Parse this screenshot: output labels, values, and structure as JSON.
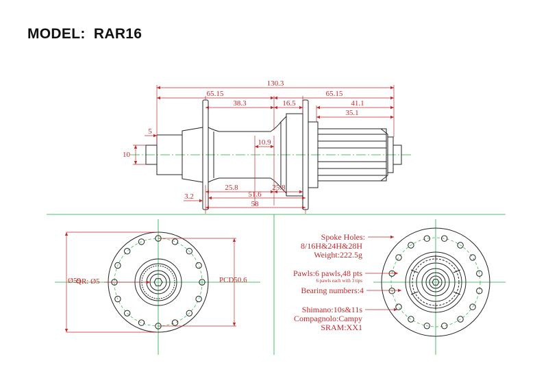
{
  "title": "MODEL:  RAR16",
  "colors": {
    "dimension": "#c0282c",
    "centerline": "#1fae3a",
    "part": "#222222"
  },
  "side_view": {
    "overall_width": "130.3",
    "left_half": "65.15",
    "right_half": "65.15",
    "flange_to_center": "38.3",
    "center_to_drive": "16.5",
    "drive_to_end": "41.1",
    "freehub_length": "35.1",
    "endcap_width": "5",
    "axle_dia": "10",
    "shell_dia": "10.9",
    "left_offset": "25.8",
    "right_offset": "25.8",
    "flange_spacing": "51.6",
    "flange_thickness": "3.2",
    "total_spacing": "58"
  },
  "left_view": {
    "diameter": "Ø59",
    "qr": "QR: Ø5",
    "pcd": "PCD50.6"
  },
  "right_view": {
    "spoke_holes_label": "Spoke Holes:",
    "spoke_holes_value": "8/16H&24H&28H",
    "weight": "Weight:222.5g",
    "pawls": "Pawls:6 pawls,48 pts",
    "pawls_note": "6 pawls each with 3 tips",
    "bearings": "Bearing numbers:4",
    "shimano": "Shimano:10s&11s",
    "campagnolo": "Compagnolo:Campy",
    "sram": "SRAM:XX1"
  }
}
